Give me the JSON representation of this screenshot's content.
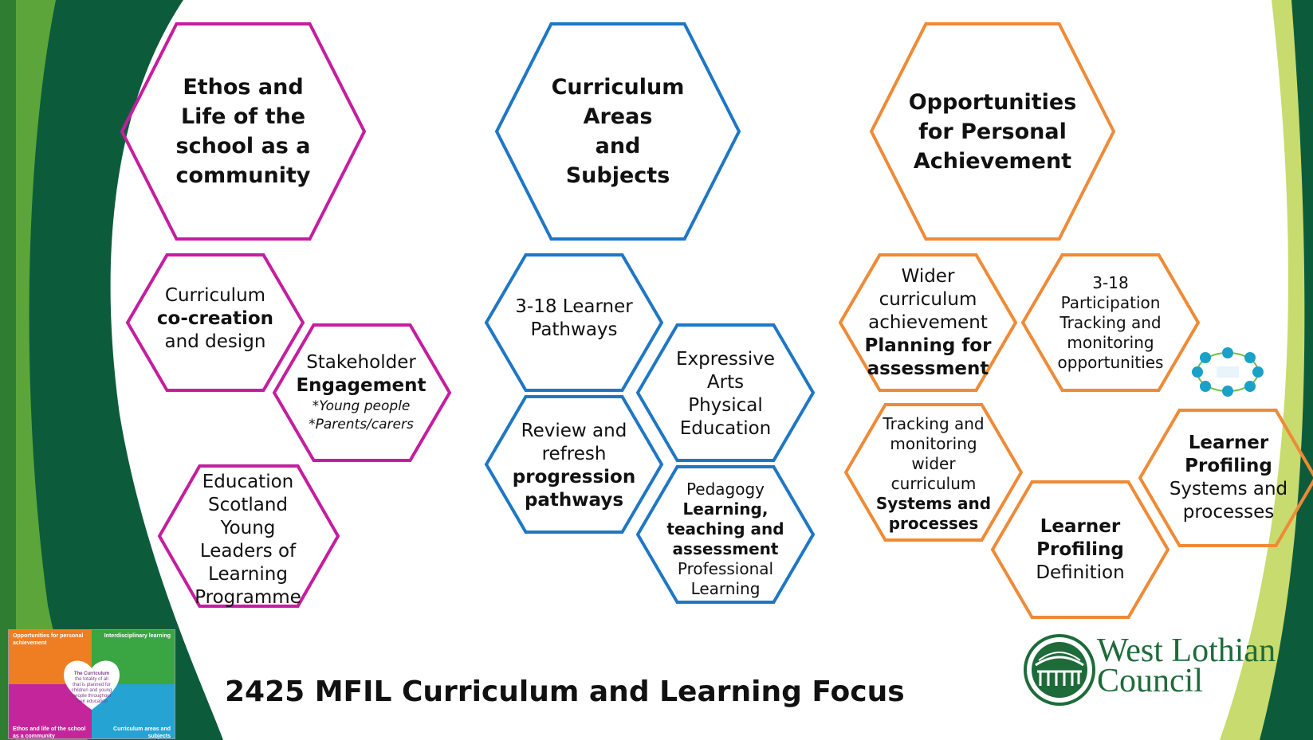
{
  "title": "2425 MFIL Curriculum and Learning Focus",
  "colors": {
    "magenta": "#c41e9f",
    "blue": "#1f77c4",
    "orange": "#ef8a36",
    "dark_green": "#0c5c3c",
    "mid_green": "#5ca53a",
    "light_green": "#c8db6e"
  },
  "columns": [
    {
      "color": "magenta",
      "header": [
        "Ethos and",
        "Life of the",
        "school as a",
        "community"
      ],
      "cells": [
        {
          "lines": [
            {
              "t": "Curriculum"
            },
            {
              "t": "co-creation",
              "b": true
            },
            {
              "t": "and design"
            }
          ]
        },
        {
          "lines": [
            {
              "t": "Stakeholder"
            },
            {
              "t": "Engagement",
              "b": true
            },
            {
              "t": "*Young people",
              "i": true
            },
            {
              "t": "*Parents/carers",
              "i": true
            }
          ]
        },
        {
          "lines": [
            {
              "t": "Education"
            },
            {
              "t": "Scotland"
            },
            {
              "t": "Young"
            },
            {
              "t": "Leaders of"
            },
            {
              "t": "Learning"
            },
            {
              "t": "Programme"
            }
          ]
        }
      ]
    },
    {
      "color": "blue",
      "header": [
        "Curriculum",
        "Areas",
        "and",
        "Subjects"
      ],
      "cells": [
        {
          "lines": [
            {
              "t": "3-18 Learner"
            },
            {
              "t": "Pathways"
            }
          ]
        },
        {
          "lines": [
            {
              "t": "Expressive"
            },
            {
              "t": "Arts"
            },
            {
              "t": "Physical"
            },
            {
              "t": "Education"
            }
          ]
        },
        {
          "lines": [
            {
              "t": "Review and"
            },
            {
              "t": "refresh"
            },
            {
              "t": "progression",
              "b": true
            },
            {
              "t": "pathways",
              "b": true
            }
          ]
        },
        {
          "lines": [
            {
              "t": "Pedagogy"
            },
            {
              "t": "Learning,",
              "b": true
            },
            {
              "t": "teaching and",
              "b": true
            },
            {
              "t": "assessment",
              "b": true
            },
            {
              "t": "Professional"
            },
            {
              "t": "Learning"
            }
          ]
        }
      ]
    },
    {
      "color": "orange",
      "header": [
        "Opportunities",
        "for Personal",
        "Achievement"
      ],
      "cells": [
        {
          "lines": [
            {
              "t": "Wider"
            },
            {
              "t": "curriculum"
            },
            {
              "t": "achievement"
            },
            {
              "t": "Planning for",
              "b": true
            },
            {
              "t": "assessment",
              "b": true
            }
          ]
        },
        {
          "lines": [
            {
              "t": "3-18"
            },
            {
              "t": "Participation"
            },
            {
              "t": "Tracking and"
            },
            {
              "t": "monitoring"
            },
            {
              "t": "opportunities"
            }
          ]
        },
        {
          "lines": [
            {
              "t": "Tracking and"
            },
            {
              "t": "monitoring"
            },
            {
              "t": "wider"
            },
            {
              "t": "curriculum"
            },
            {
              "t": "Systems and",
              "b": true
            },
            {
              "t": "processes",
              "b": true
            }
          ]
        },
        {
          "lines": [
            {
              "t": "Learner",
              "b": true
            },
            {
              "t": "Profiling",
              "b": true
            },
            {
              "t": "Systems and"
            },
            {
              "t": "processes"
            }
          ]
        },
        {
          "lines": [
            {
              "t": "Learner",
              "b": true
            },
            {
              "t": "Profiling",
              "b": true
            },
            {
              "t": "Definition"
            }
          ]
        }
      ]
    }
  ],
  "logo": {
    "line1": "West Lothian",
    "line2": "Council"
  },
  "mini_diagram": {
    "top_left": "Opportunities for personal achievement",
    "top_right": "Interdisciplinary learning",
    "bottom_left": "Ethos and life of the school as a community",
    "bottom_right": "Curriculum areas and subjects",
    "center_title": "The Curriculum",
    "center_text": "the totality of all that is planned for children and young people throughout their education"
  }
}
